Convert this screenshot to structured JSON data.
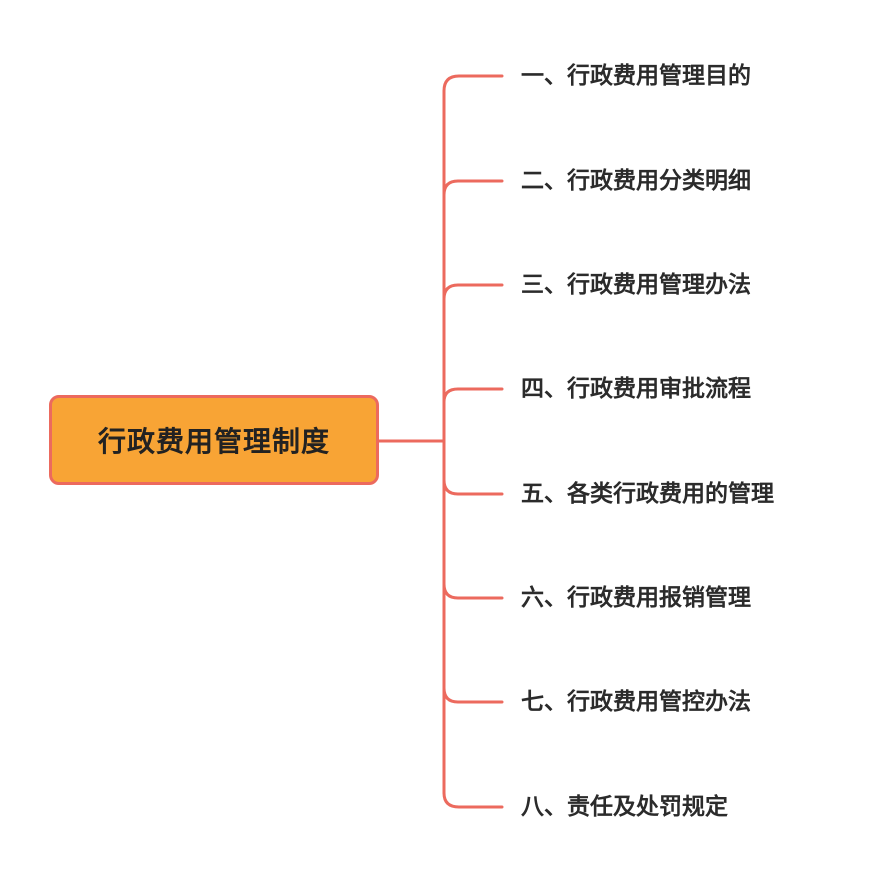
{
  "mindmap": {
    "root": {
      "label": "行政费用管理制度"
    },
    "branches": [
      {
        "label": "一、行政费用管理目的"
      },
      {
        "label": "二、行政费用分类明细"
      },
      {
        "label": "三、行政费用管理办法"
      },
      {
        "label": "四、行政费用审批流程"
      },
      {
        "label": "五、各类行政费用的管理"
      },
      {
        "label": "六、行政费用报销管理"
      },
      {
        "label": "七、行政费用管控办法"
      },
      {
        "label": "八、责任及处罚规定"
      }
    ]
  },
  "colors": {
    "root_fill": "#f8a435",
    "root_border": "#ec6a5e",
    "connector": "#ec6a5e",
    "text": "#2b2b2b"
  }
}
